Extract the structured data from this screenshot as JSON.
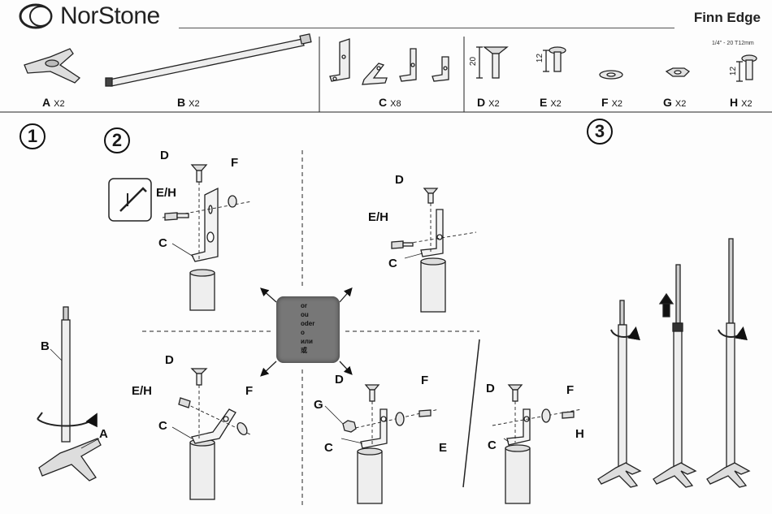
{
  "header": {
    "brand": "NorStone",
    "model": "Finn Edge"
  },
  "parts": [
    {
      "letter": "A",
      "qty": "X2"
    },
    {
      "letter": "B",
      "qty": "X2"
    },
    {
      "letter": "C",
      "qty": "X8"
    },
    {
      "letter": "D",
      "qty": "X2"
    },
    {
      "letter": "E",
      "qty": "X2"
    },
    {
      "letter": "F",
      "qty": "X2"
    },
    {
      "letter": "G",
      "qty": "X2"
    },
    {
      "letter": "H",
      "qty": "X2"
    }
  ],
  "dimensions": {
    "d_length": "20",
    "e_length": "12",
    "h_length": "12",
    "h_spec": "1/4\" - 20 T12mm"
  },
  "steps": [
    "1",
    "2",
    "3"
  ],
  "callouts": {
    "a": "A",
    "b": "B",
    "c": "C",
    "d": "D",
    "e": "E",
    "eh": "E/H",
    "f": "F",
    "g": "G",
    "h": "H"
  },
  "or_words": [
    "or",
    "ou",
    "oder",
    "o",
    "или",
    "或"
  ],
  "tool_icon": "allen-key-icon"
}
